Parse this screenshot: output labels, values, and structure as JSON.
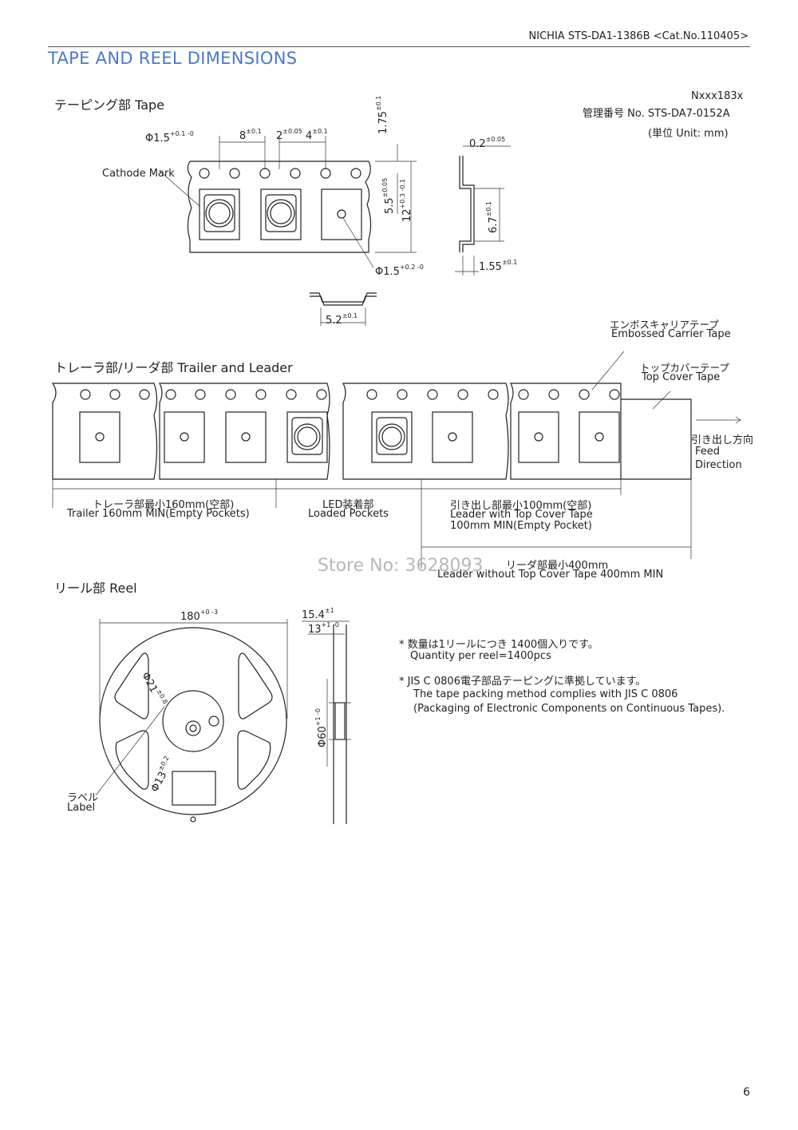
{
  "header": {
    "doc_ref": "NICHIA STS-DA1-1386B <Cat.No.110405>"
  },
  "page_title": "TAPE AND REEL DIMENSIONS",
  "tape_section": {
    "heading": "テーピング部 Tape",
    "part_number": "Nxxx183x",
    "control_number": "管理番号 No.   STS-DA7-0152A",
    "unit": "(単位 Unit: mm)",
    "cathode_mark": "Cathode Mark",
    "dims": {
      "hole_dia": "Φ1.5",
      "hole_dia_tol": "+0.1 -0",
      "pitch8": "8",
      "pitch8_tol": "±0.1",
      "d2": "2",
      "d2_tol": "±0.05",
      "d4": "4",
      "d4_tol": "±0.1",
      "d175": "1.75",
      "d175_tol": "±0.1",
      "d55": "5.5",
      "d55_tol": "±0.05",
      "d12": "12",
      "d12_tol": "+0.3 -0.1",
      "pocket_hole": "Φ1.5",
      "pocket_hole_tol": "+0.2 -0",
      "d52": "5.2",
      "d52_tol": "±0.1",
      "d02": "0.2",
      "d02_tol": "±0.05",
      "d67": "6.7",
      "d67_tol": "±0.1",
      "d155": "1.55",
      "d155_tol": "±0.1"
    }
  },
  "trailer_section": {
    "heading": "トレーラ部/リーダ部 Trailer and Leader",
    "embossed_jp": "エンボスキャリアテープ",
    "embossed_en": "Embossed Carrier Tape",
    "cover_jp": "トップカバーテープ",
    "cover_en": "Top Cover Tape",
    "feed_jp": "引き出し方向",
    "feed_en1": "Feed",
    "feed_en2": "Direction",
    "trailer_jp": "トレーラ部最小160mm(空部)",
    "trailer_en": "Trailer 160mm MIN(Empty Pockets)",
    "loaded_jp": "LED装着部",
    "loaded_en": "Loaded Pockets",
    "leader_jp": "引き出し部最小100mm(空部)",
    "leader_en1": "Leader with Top Cover Tape",
    "leader_en2": "100mm MIN(Empty Pocket)",
    "leader400_jp": "リーダ部最小400mm",
    "leader400_en": "Leader without Top Cover Tape 400mm MIN"
  },
  "reel_section": {
    "heading": "リール部 Reel",
    "d180": "180",
    "d180_tol": "+0 -3",
    "d154": "15.4",
    "d154_tol": "±1",
    "d13": "13",
    "d13_tol": "+1 -0",
    "phi21": "Φ21",
    "phi21_tol": "±0.8",
    "phi13": "Φ13",
    "phi13_tol": "±0.2",
    "phi60": "Φ60",
    "phi60_tol": "+1 -0",
    "label_jp": "ラベル",
    "label_en": "Label",
    "note1_jp": "*  数量は1リールにつき 1400個入りです。",
    "note1_en": "Quantity per reel=1400pcs",
    "note2_jp": "*  JIS C 0806電子部品テーピングに準拠しています。",
    "note2_en1": "The tape packing method complies with JIS C 0806",
    "note2_en2": "(Packaging of Electronic Components on Continuous Tapes)."
  },
  "watermark": "Store No: 3628093",
  "page_number": "6"
}
